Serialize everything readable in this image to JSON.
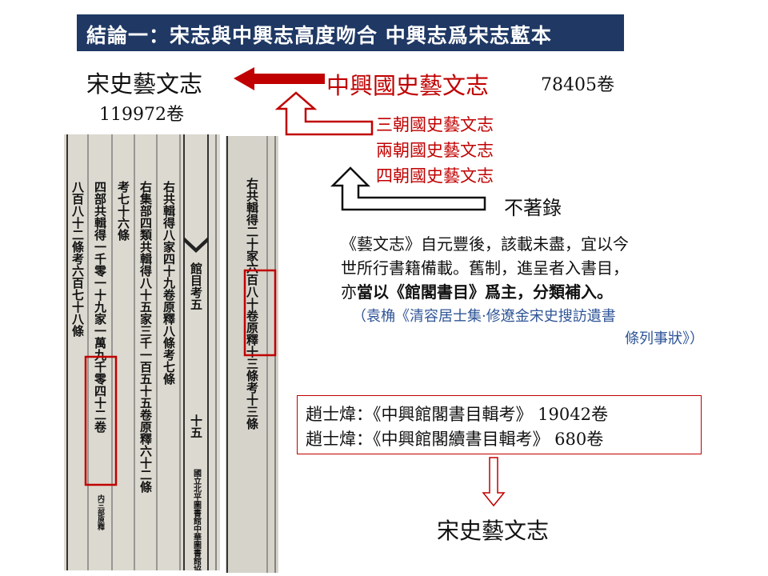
{
  "title": "結論一：宋志與中興志高度吻合 中興志爲宋志藍本",
  "song_shi_label": "宋史藝文志",
  "song_shi_count": "119972卷",
  "zhongxing_label": "中興國史藝文志",
  "zhongxing_count": "78405卷",
  "source_histories": [
    "三朝國史藝文志",
    "兩朝國史藝文志",
    "四朝國史藝文志"
  ],
  "not_recorded": "不著錄",
  "quote": {
    "line1": "《藝文志》自元豐後，該載未盡，宜以今",
    "line2": "世所行書籍備載。舊制，進呈者入書目，",
    "line3_prefix": "亦",
    "line3_bold": "當以《館閣書目》爲主，分類補入。",
    "source_line1": "（袁桷《清容居士集·修遼金宋史搜訪遺書",
    "source_line2": "條列事狀》）"
  },
  "zhao_box": {
    "line1": "趙士煒：《中興館閣書目輯考》 19042卷",
    "line2": "趙士煒：《中興館閣續書目輯考》 680卷"
  },
  "bottom_label": "宋史藝文志",
  "scan_left": {
    "col1": "右共輯得八家四十九卷原釋八條考七條",
    "col2": "右集部四類共輯得八十五家三千一百五十五卷原釋六十二條",
    "col3": "考七十六條",
    "col4": "四部共輯得一千零一十九家一萬九千零四十二卷",
    "col4_note": "内三部原釋",
    "col5": "八百八十二條考六百七十八條",
    "tab_label": "館目考五",
    "page_number": "十五",
    "publisher": "國立北平圖書館中華圖書館協會"
  },
  "scan_right": {
    "col": "右共輯得二十家六百八十卷原釋十三條考十三條"
  },
  "colors": {
    "title_bg": "#1f3864",
    "accent_red": "#c00000",
    "source_blue": "#2f5597"
  }
}
